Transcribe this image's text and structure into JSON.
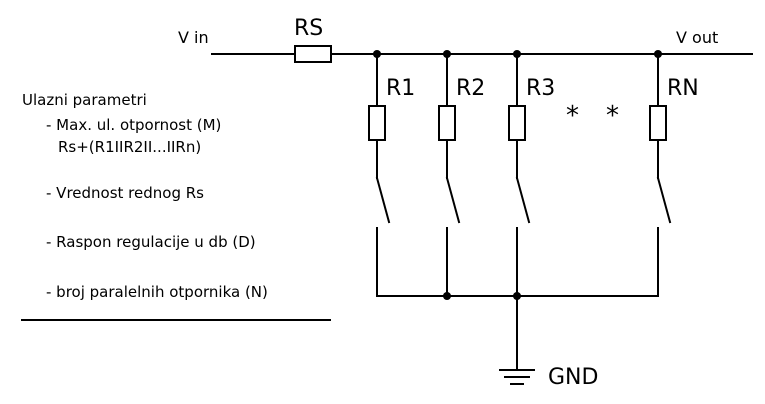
{
  "labels": {
    "vin": "V in",
    "vout": "V out",
    "rs": "RS",
    "r1": "R1",
    "r2": "R2",
    "r3": "R3",
    "rn": "RN",
    "star1": "*",
    "star2": "*",
    "gnd": "GND"
  },
  "parameters": {
    "heading": "Ulazni parametri",
    "items": [
      "- Max. ul. otpornost (M)",
      "Rs+(R1IIR2II...IIRn)",
      "- Vrednost rednog Rs",
      "- Raspon regulacije u db (D)",
      "- broj paralelnih otpornika (N)"
    ]
  }
}
